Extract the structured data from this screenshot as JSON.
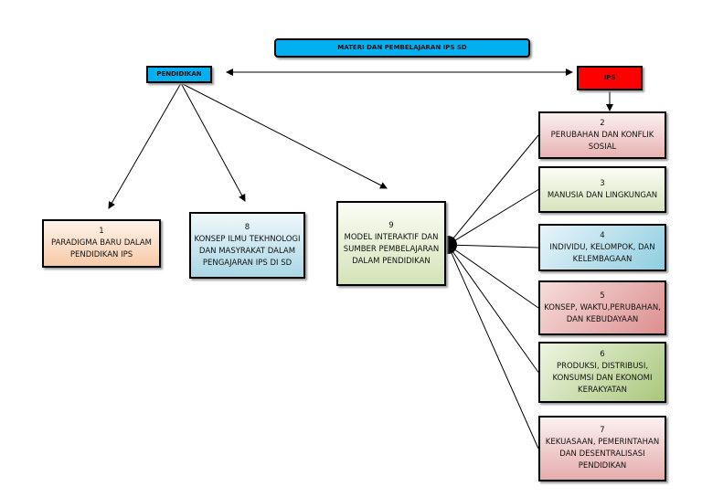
{
  "title": "MATERI DAN PEMBELAJARAN  IPS SD",
  "left_root": "PENDIDIKAN",
  "right_root": "IPS",
  "colors": {
    "title": "#00b0f0",
    "pendidikan": "#00b0f0",
    "ips": "#ff0000"
  },
  "left_nodes": [
    {
      "num": "1",
      "text": "PARADIGMA BARU DALAM PENDIDIKAN IPS"
    },
    {
      "num": "8",
      "text": "KONSEP ILMU TEKHNOLOGI DAN MASYRAKAT  DALAM PENGAJARAN IPS DI SD"
    },
    {
      "num": "9",
      "text": "MODEL INTERAKTIF DAN SUMBER PEMBELAJARAN DALAM PENDIDIKAN"
    }
  ],
  "right_nodes": [
    {
      "num": "2",
      "text": "PERUBAHAN DAN KONFLIK SOSIAL"
    },
    {
      "num": "3",
      "text": "MANUSIA DAN LINGKUNGAN"
    },
    {
      "num": "4",
      "text": "INDIVIDU, KELOMPOK, DAN KELEMBAGAAN"
    },
    {
      "num": "5",
      "text": "KONSEP, WAKTU,PERUBAHAN, DAN KEBUDAYAAN"
    },
    {
      "num": "6",
      "text": "PRODUKSI, DISTRIBUSI, KONSUMSI DAN EKONOMI KERAKYATAN"
    },
    {
      "num": "7",
      "text": "KEKUASAAN, PEMERINTAHAN DAN DESENTRALISASI PENDIDIKAN"
    }
  ]
}
